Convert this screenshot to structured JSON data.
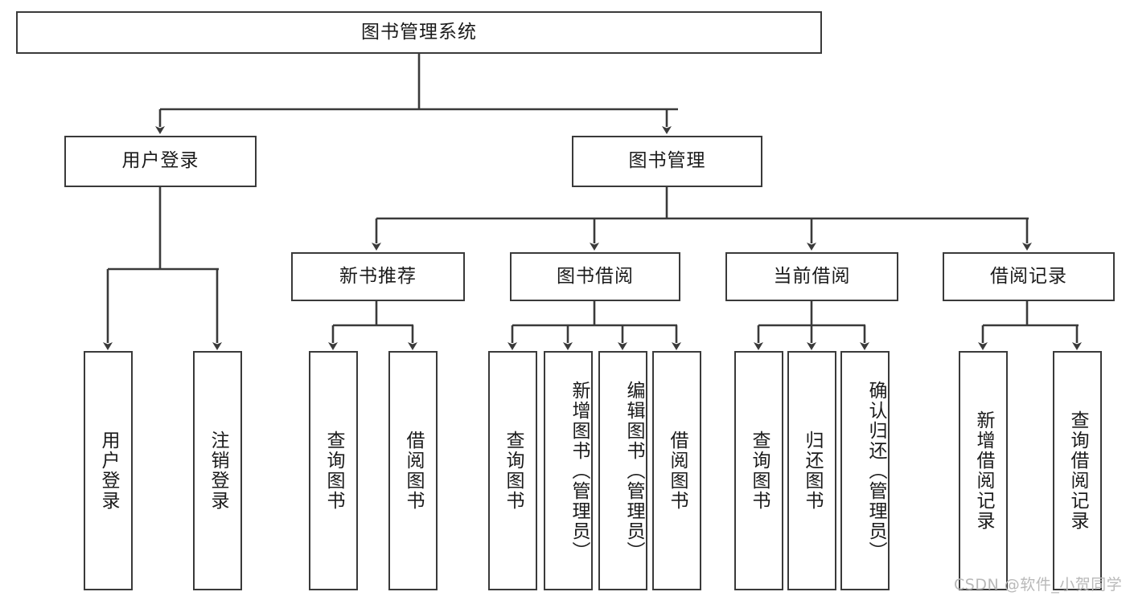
{
  "diagram": {
    "title": "图书管理系统",
    "type": "功能结构图",
    "stroke_color": "#3a3a3a",
    "fill_color": "#ffffff",
    "text_color": "#1b1b1b",
    "watermark": "CSDN @软件_小贺同学",
    "root": {
      "label": "图书管理系统"
    },
    "level2": [
      {
        "label": "用户登录"
      },
      {
        "label": "图书管理"
      }
    ],
    "level3": [
      {
        "label": "新书推荐"
      },
      {
        "label": "图书借阅"
      },
      {
        "label": "当前借阅"
      },
      {
        "label": "借阅记录"
      }
    ],
    "leaves": {
      "user_login": [
        {
          "label": "用户登录"
        },
        {
          "label": "注销登录"
        }
      ],
      "new_book": [
        {
          "label": "查询图书"
        },
        {
          "label": "借阅图书"
        }
      ],
      "book_borrow": [
        {
          "label": "查询图书"
        },
        {
          "label": "新增图书（管理员）"
        },
        {
          "label": "编辑图书（管理员）"
        },
        {
          "label": "借阅图书"
        }
      ],
      "current_borrow": [
        {
          "label": "查询图书"
        },
        {
          "label": "归还图书"
        },
        {
          "label": "确认归还（管理员）"
        }
      ],
      "borrow_record": [
        {
          "label": "新增借阅记录"
        },
        {
          "label": "查询借阅记录"
        }
      ]
    }
  }
}
